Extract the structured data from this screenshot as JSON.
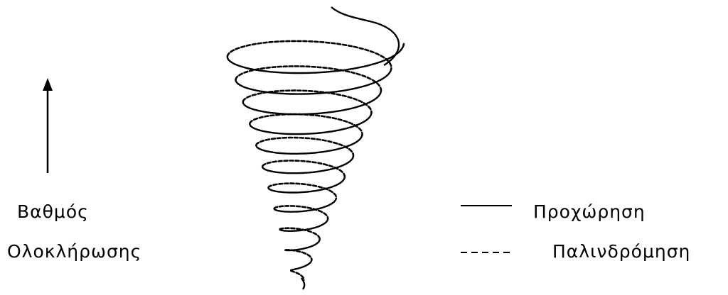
{
  "axis": {
    "label_line1": "Βαθμός",
    "label_line2": "Ολοκλήρωσης"
  },
  "legend": {
    "solid_label": "Προχώρηση",
    "dashed_label": "Παλινδρόμηση"
  },
  "colors": {
    "ink": "#000000",
    "background": "#ffffff"
  },
  "spiral": {
    "turns": 11
  }
}
